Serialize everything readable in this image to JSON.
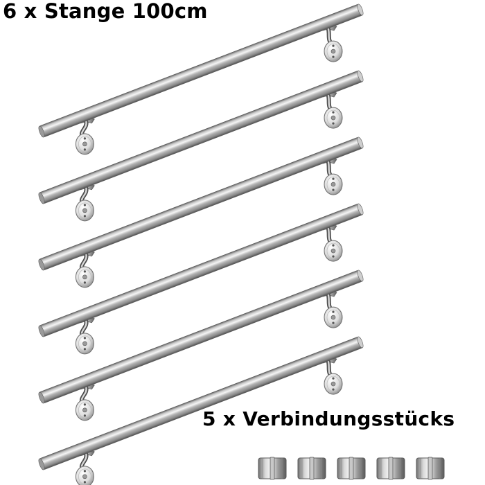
{
  "headline_rods": "6 x Stange 100cm",
  "headline_connectors": "5 x Verbindungsstücks",
  "rod_count": 6,
  "connector_count": 5,
  "colors": {
    "background": "#ffffff",
    "text": "#000000",
    "steel_dark": "#5a5a5a",
    "steel_mid": "#a8a8a8",
    "steel_light": "#f2f2f2"
  }
}
